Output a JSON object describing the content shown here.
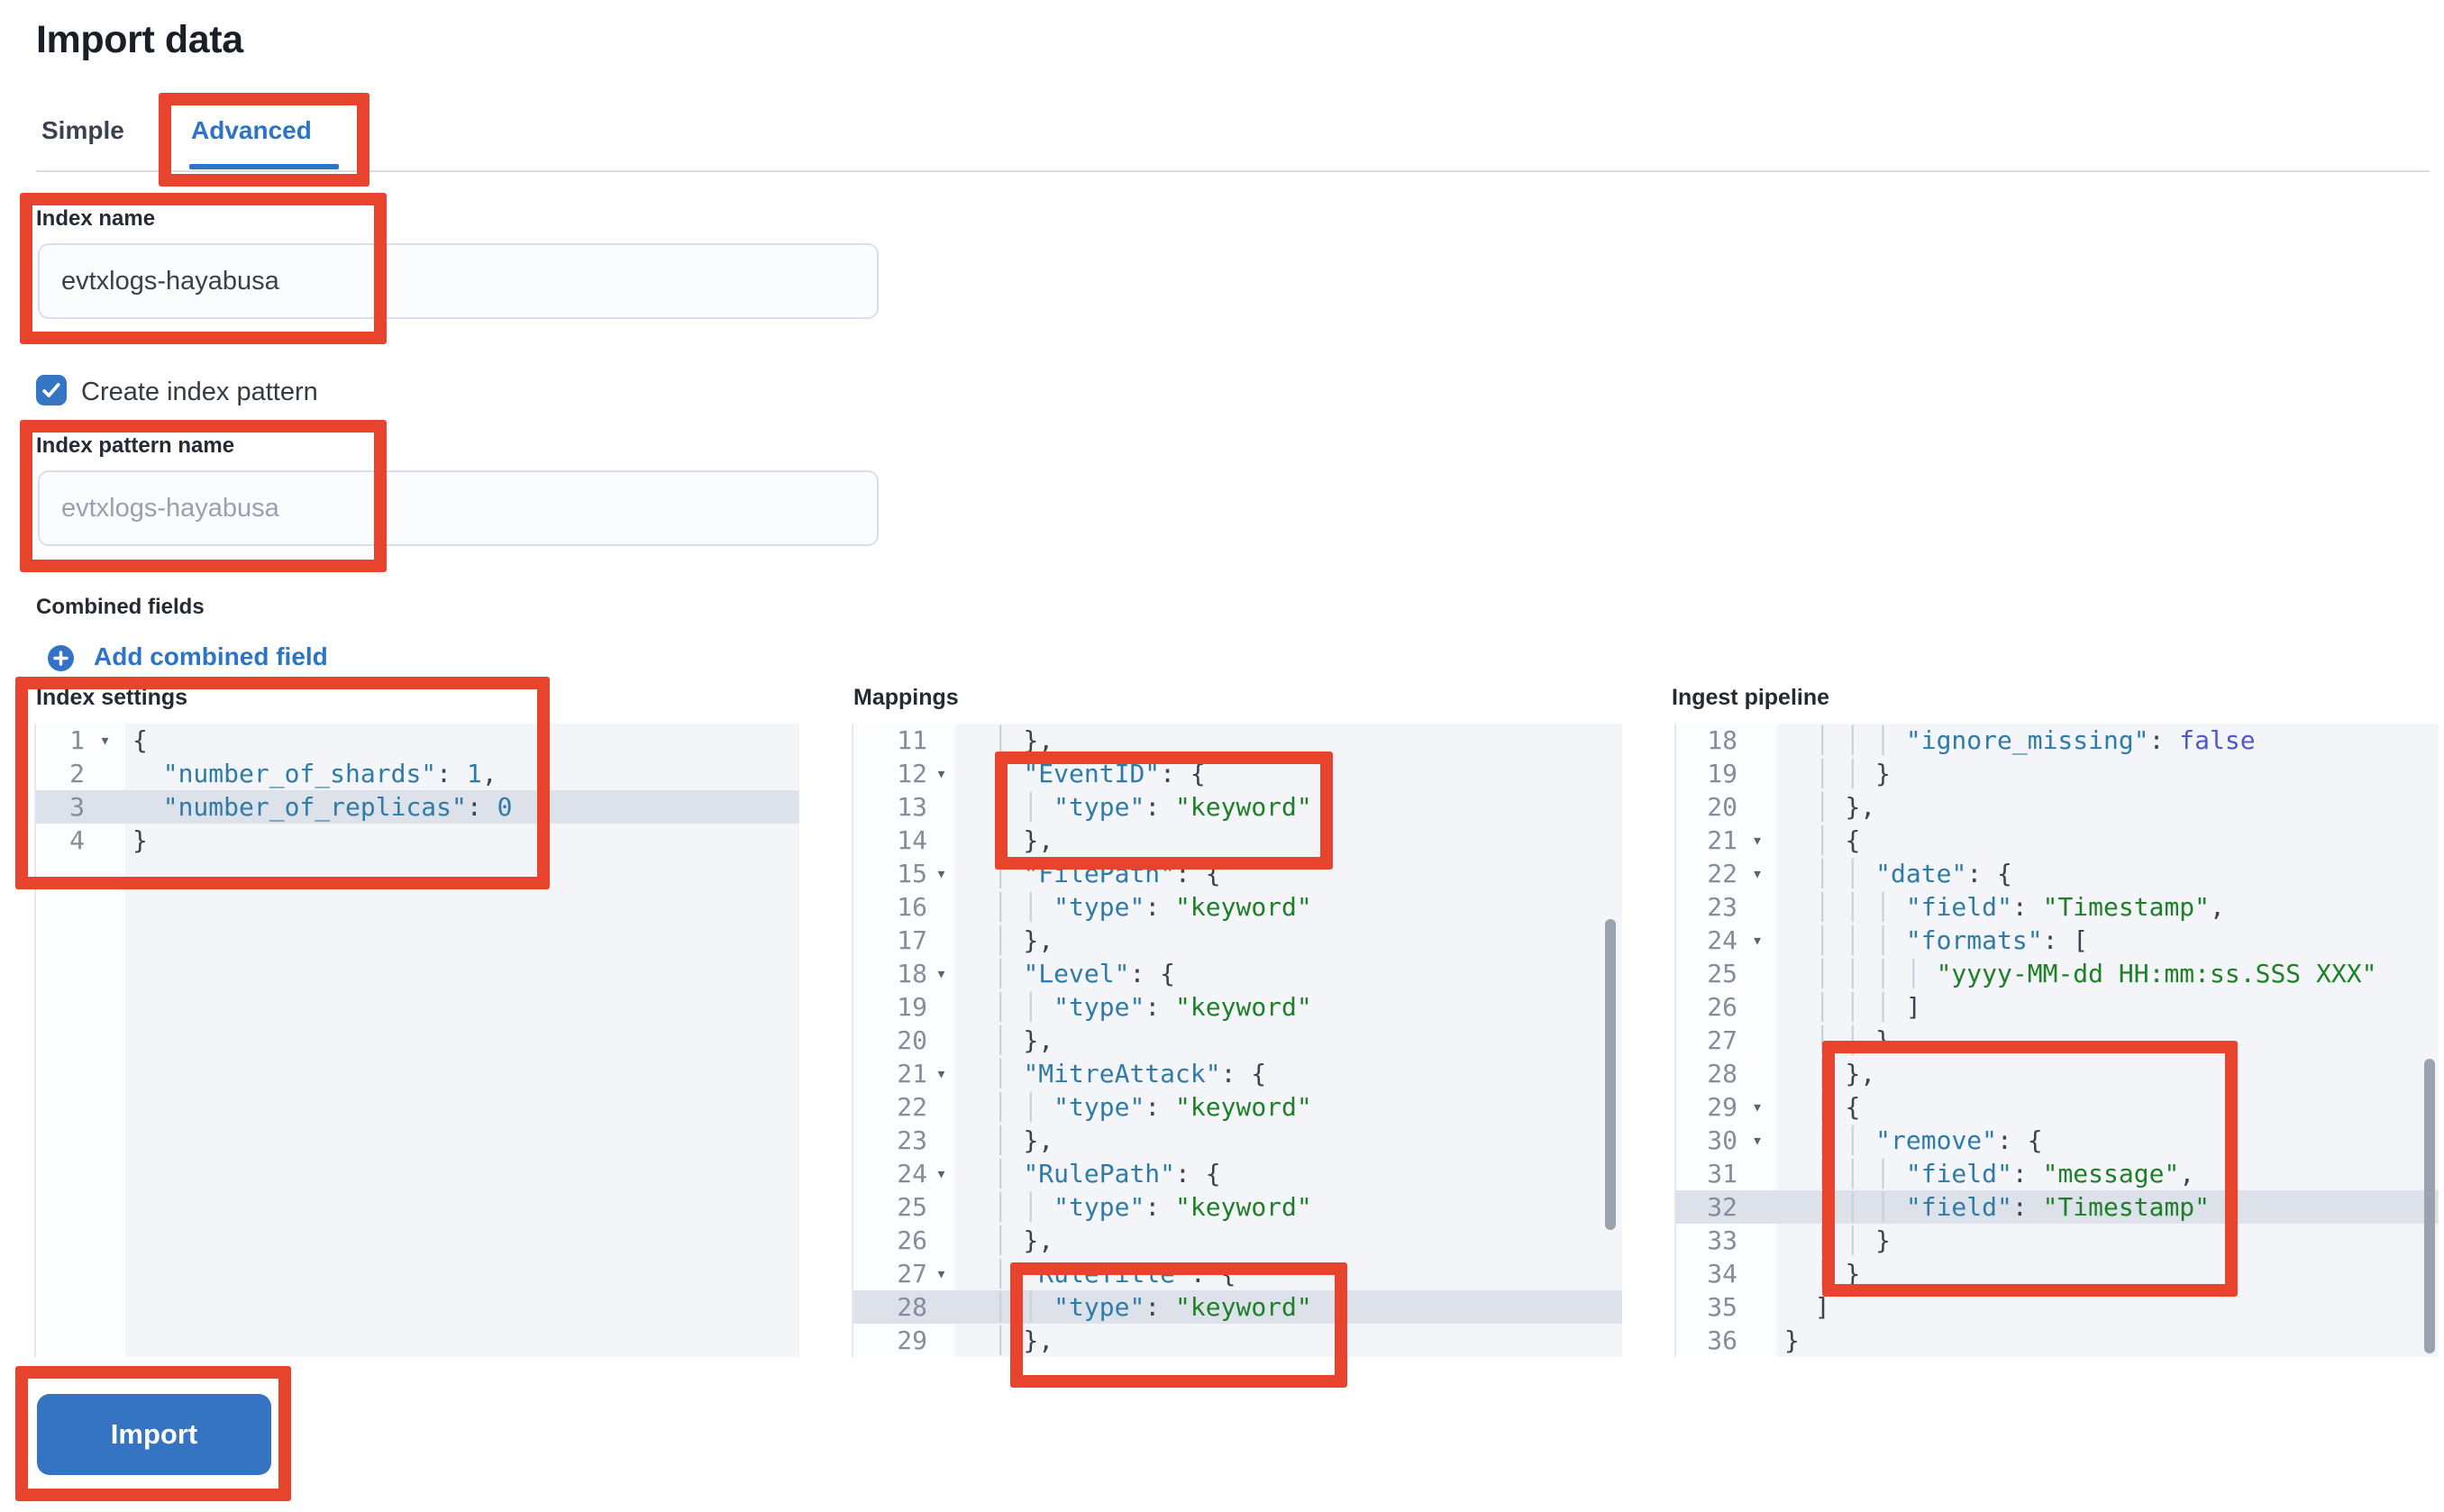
{
  "page": {
    "title": "Import data"
  },
  "tabs": [
    {
      "label": "Simple",
      "active": false
    },
    {
      "label": "Advanced",
      "active": true
    }
  ],
  "form": {
    "index_name": {
      "label": "Index name",
      "value": "evtxlogs-hayabusa"
    },
    "create_index_pattern": {
      "label": "Create index pattern",
      "checked": true
    },
    "index_pattern_name": {
      "label": "Index pattern name",
      "placeholder": "evtxlogs-hayabusa"
    },
    "combined_fields": {
      "label": "Combined fields",
      "add_link": "Add combined field"
    }
  },
  "import_button": {
    "label": "Import"
  },
  "colors": {
    "accent_blue": "#2b74c6",
    "button_blue": "#3474c2",
    "annotation_red": "#e8432c",
    "editor_key": "#2e7ba8",
    "editor_string": "#1e8026",
    "editor_bool": "#5058c9",
    "row_highlight": "#dde2ea"
  },
  "editors": [
    {
      "id": "index-settings",
      "label": "Index settings",
      "lines": [
        {
          "n": 1,
          "fold": true,
          "indent": 0,
          "hl": false,
          "tokens": [
            [
              "p",
              "{"
            ]
          ]
        },
        {
          "n": 2,
          "fold": false,
          "indent": 2,
          "hl": false,
          "tokens": [
            [
              "k",
              "\"number_of_shards\""
            ],
            [
              "p",
              ": "
            ],
            [
              "n",
              "1"
            ],
            [
              "p",
              ","
            ]
          ]
        },
        {
          "n": 3,
          "fold": false,
          "indent": 2,
          "hl": true,
          "tokens": [
            [
              "k",
              "\"number_of_replicas\""
            ],
            [
              "p",
              ": "
            ],
            [
              "n",
              "0"
            ]
          ]
        },
        {
          "n": 4,
          "fold": false,
          "indent": 0,
          "hl": false,
          "tokens": [
            [
              "p",
              "}"
            ]
          ]
        }
      ]
    },
    {
      "id": "mappings",
      "label": "Mappings",
      "lines": [
        {
          "n": 11,
          "fold": false,
          "indent": 4,
          "hl": false,
          "tokens": [
            [
              "p",
              "},"
            ]
          ]
        },
        {
          "n": 12,
          "fold": true,
          "indent": 4,
          "hl": false,
          "tokens": [
            [
              "k",
              "\"EventID\""
            ],
            [
              "p",
              ": {"
            ]
          ]
        },
        {
          "n": 13,
          "fold": false,
          "indent": 6,
          "hl": false,
          "tokens": [
            [
              "k",
              "\"type\""
            ],
            [
              "p",
              ": "
            ],
            [
              "s",
              "\"keyword\""
            ]
          ]
        },
        {
          "n": 14,
          "fold": false,
          "indent": 4,
          "hl": false,
          "tokens": [
            [
              "p",
              "},"
            ]
          ]
        },
        {
          "n": 15,
          "fold": true,
          "indent": 4,
          "hl": false,
          "tokens": [
            [
              "k",
              "\"FilePath\""
            ],
            [
              "p",
              ": {"
            ]
          ]
        },
        {
          "n": 16,
          "fold": false,
          "indent": 6,
          "hl": false,
          "tokens": [
            [
              "k",
              "\"type\""
            ],
            [
              "p",
              ": "
            ],
            [
              "s",
              "\"keyword\""
            ]
          ]
        },
        {
          "n": 17,
          "fold": false,
          "indent": 4,
          "hl": false,
          "tokens": [
            [
              "p",
              "},"
            ]
          ]
        },
        {
          "n": 18,
          "fold": true,
          "indent": 4,
          "hl": false,
          "tokens": [
            [
              "k",
              "\"Level\""
            ],
            [
              "p",
              ": {"
            ]
          ]
        },
        {
          "n": 19,
          "fold": false,
          "indent": 6,
          "hl": false,
          "tokens": [
            [
              "k",
              "\"type\""
            ],
            [
              "p",
              ": "
            ],
            [
              "s",
              "\"keyword\""
            ]
          ]
        },
        {
          "n": 20,
          "fold": false,
          "indent": 4,
          "hl": false,
          "tokens": [
            [
              "p",
              "},"
            ]
          ]
        },
        {
          "n": 21,
          "fold": true,
          "indent": 4,
          "hl": false,
          "tokens": [
            [
              "k",
              "\"MitreAttack\""
            ],
            [
              "p",
              ": {"
            ]
          ]
        },
        {
          "n": 22,
          "fold": false,
          "indent": 6,
          "hl": false,
          "tokens": [
            [
              "k",
              "\"type\""
            ],
            [
              "p",
              ": "
            ],
            [
              "s",
              "\"keyword\""
            ]
          ]
        },
        {
          "n": 23,
          "fold": false,
          "indent": 4,
          "hl": false,
          "tokens": [
            [
              "p",
              "},"
            ]
          ]
        },
        {
          "n": 24,
          "fold": true,
          "indent": 4,
          "hl": false,
          "tokens": [
            [
              "k",
              "\"RulePath\""
            ],
            [
              "p",
              ": {"
            ]
          ]
        },
        {
          "n": 25,
          "fold": false,
          "indent": 6,
          "hl": false,
          "tokens": [
            [
              "k",
              "\"type\""
            ],
            [
              "p",
              ": "
            ],
            [
              "s",
              "\"keyword\""
            ]
          ]
        },
        {
          "n": 26,
          "fold": false,
          "indent": 4,
          "hl": false,
          "tokens": [
            [
              "p",
              "},"
            ]
          ]
        },
        {
          "n": 27,
          "fold": true,
          "indent": 4,
          "hl": false,
          "tokens": [
            [
              "k",
              "\"RuleTitle\""
            ],
            [
              "p",
              ": {"
            ]
          ]
        },
        {
          "n": 28,
          "fold": false,
          "indent": 6,
          "hl": true,
          "tokens": [
            [
              "k",
              "\"type\""
            ],
            [
              "p",
              ": "
            ],
            [
              "s",
              "\"keyword\""
            ]
          ]
        },
        {
          "n": 29,
          "fold": false,
          "indent": 4,
          "hl": false,
          "tokens": [
            [
              "p",
              "},"
            ]
          ]
        }
      ]
    },
    {
      "id": "ingest-pipeline",
      "label": "Ingest pipeline",
      "lines": [
        {
          "n": 18,
          "fold": false,
          "indent": 8,
          "hl": false,
          "tokens": [
            [
              "k",
              "\"ignore_missing\""
            ],
            [
              "p",
              ": "
            ],
            [
              "b",
              "false"
            ]
          ]
        },
        {
          "n": 19,
          "fold": false,
          "indent": 6,
          "hl": false,
          "tokens": [
            [
              "p",
              "}"
            ]
          ]
        },
        {
          "n": 20,
          "fold": false,
          "indent": 4,
          "hl": false,
          "tokens": [
            [
              "p",
              "},"
            ]
          ]
        },
        {
          "n": 21,
          "fold": true,
          "indent": 4,
          "hl": false,
          "tokens": [
            [
              "p",
              "{"
            ]
          ]
        },
        {
          "n": 22,
          "fold": true,
          "indent": 6,
          "hl": false,
          "tokens": [
            [
              "k",
              "\"date\""
            ],
            [
              "p",
              ": {"
            ]
          ]
        },
        {
          "n": 23,
          "fold": false,
          "indent": 8,
          "hl": false,
          "tokens": [
            [
              "k",
              "\"field\""
            ],
            [
              "p",
              ": "
            ],
            [
              "s",
              "\"Timestamp\""
            ],
            [
              "p",
              ","
            ]
          ]
        },
        {
          "n": 24,
          "fold": true,
          "indent": 8,
          "hl": false,
          "tokens": [
            [
              "k",
              "\"formats\""
            ],
            [
              "p",
              ": ["
            ]
          ]
        },
        {
          "n": 25,
          "fold": false,
          "indent": 10,
          "hl": false,
          "tokens": [
            [
              "s",
              "\"yyyy-MM-dd HH:mm:ss.SSS XXX\""
            ]
          ]
        },
        {
          "n": 26,
          "fold": false,
          "indent": 8,
          "hl": false,
          "tokens": [
            [
              "p",
              "]"
            ]
          ]
        },
        {
          "n": 27,
          "fold": false,
          "indent": 6,
          "hl": false,
          "tokens": [
            [
              "p",
              "}"
            ]
          ]
        },
        {
          "n": 28,
          "fold": false,
          "indent": 4,
          "hl": false,
          "tokens": [
            [
              "p",
              "},"
            ]
          ]
        },
        {
          "n": 29,
          "fold": true,
          "indent": 4,
          "hl": false,
          "tokens": [
            [
              "p",
              "{"
            ]
          ]
        },
        {
          "n": 30,
          "fold": true,
          "indent": 6,
          "hl": false,
          "tokens": [
            [
              "k",
              "\"remove\""
            ],
            [
              "p",
              ": {"
            ]
          ]
        },
        {
          "n": 31,
          "fold": false,
          "indent": 8,
          "hl": false,
          "tokens": [
            [
              "k",
              "\"field\""
            ],
            [
              "p",
              ": "
            ],
            [
              "s",
              "\"message\""
            ],
            [
              "p",
              ","
            ]
          ]
        },
        {
          "n": 32,
          "fold": false,
          "indent": 8,
          "hl": true,
          "tokens": [
            [
              "k",
              "\"field\""
            ],
            [
              "p",
              ": "
            ],
            [
              "s",
              "\"Timestamp\""
            ]
          ]
        },
        {
          "n": 33,
          "fold": false,
          "indent": 6,
          "hl": false,
          "tokens": [
            [
              "p",
              "}"
            ]
          ]
        },
        {
          "n": 34,
          "fold": false,
          "indent": 4,
          "hl": false,
          "tokens": [
            [
              "p",
              "}"
            ]
          ]
        },
        {
          "n": 35,
          "fold": false,
          "indent": 2,
          "hl": false,
          "tokens": [
            [
              "p",
              "]"
            ]
          ]
        },
        {
          "n": 36,
          "fold": false,
          "indent": 0,
          "hl": false,
          "tokens": [
            [
              "p",
              "}"
            ]
          ]
        }
      ]
    }
  ]
}
